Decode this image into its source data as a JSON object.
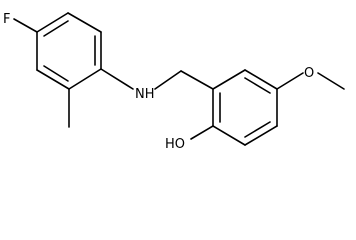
{
  "structure": {
    "atoms": {
      "fluorine": "F",
      "amine": "NH",
      "methoxy_oxygen": "O",
      "hydroxyl": "HO"
    }
  }
}
